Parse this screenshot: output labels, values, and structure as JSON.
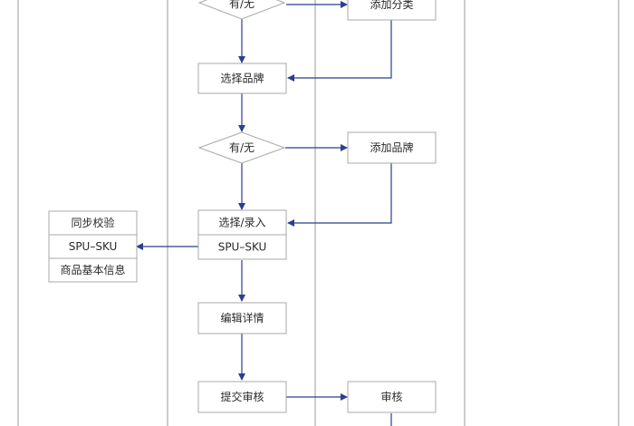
{
  "colors": {
    "arrow": "#2a3f8f",
    "node_border": "#a8a8a8",
    "lane_border": "#9a9a9a",
    "text": "#2a2a2a"
  },
  "nodes": {
    "decision_category": "有/无",
    "add_category": "添加分类",
    "select_brand": "选择品牌",
    "decision_brand": "有/无",
    "add_brand": "添加品牌",
    "select_entry": "选择/录入",
    "spu_sku": "SPU–SKU",
    "sync_check": "同步校验",
    "spu_sku_left": "SPU–SKU",
    "product_info": "商品基本信息",
    "edit_details": "编辑详情",
    "submit_review": "提交审核",
    "review": "审核"
  }
}
